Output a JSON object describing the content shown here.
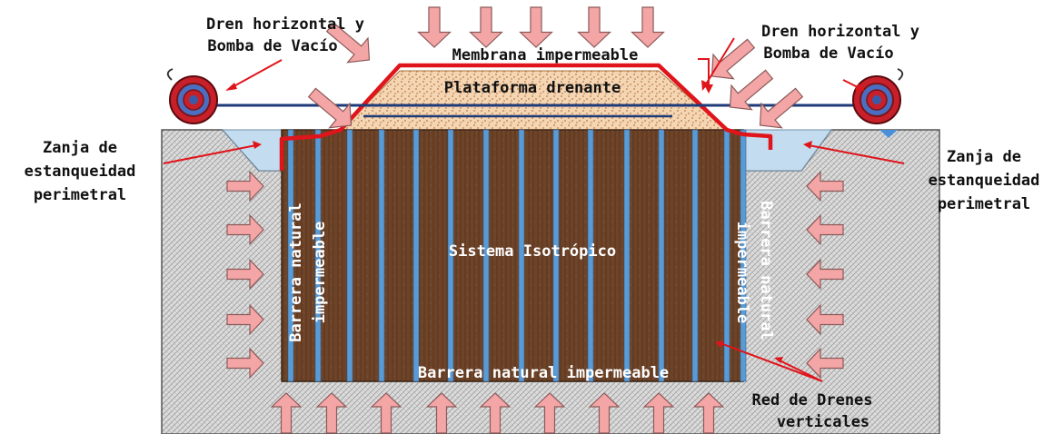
{
  "labels": {
    "dren_left_1": "Dren horizontal y",
    "dren_left_2": "Bomba de Vacío",
    "dren_right_1": "Dren horizontal y",
    "dren_right_2": "Bomba de Vacío",
    "membrana": "Membrana impermeable",
    "plataforma": "Plataforma drenante",
    "zanja_left_1": "Zanja de",
    "zanja_left_2": "estanqueidad",
    "zanja_left_3": "perimetral",
    "zanja_right_1": "Zanja de",
    "zanja_right_2": "estanqueidad",
    "zanja_right_3": "perimetral",
    "sistema": "Sistema Isotrópico",
    "barrera_left_a": "Barrera natural",
    "barrera_left_b": "impermeable",
    "barrera_right_a": "Barrera natural",
    "barrera_right_b": "impermeable",
    "barrera_bottom": "Barrera natural impermeable",
    "red_1": "Red de Drenes",
    "red_2": "verticales"
  },
  "colors": {
    "membrane": "#e0141b",
    "soil": "#6b4226",
    "drain": "#5b9bd5",
    "arrow_fill": "#f4a6a6",
    "arrow_stroke": "#8c5a5a",
    "ground": "#d4d4d4",
    "platform": "#f2cfa8",
    "trench_water": "#bcd7ee",
    "pipe": "#1f3a78",
    "pump": "#c8202a"
  }
}
